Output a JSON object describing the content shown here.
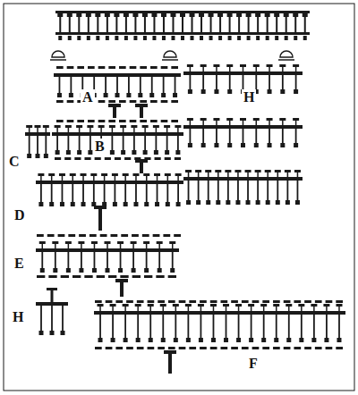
{
  "diagram": {
    "labels": [
      "A",
      "H",
      "C",
      "B",
      "D",
      "E",
      "H",
      "F"
    ]
  }
}
